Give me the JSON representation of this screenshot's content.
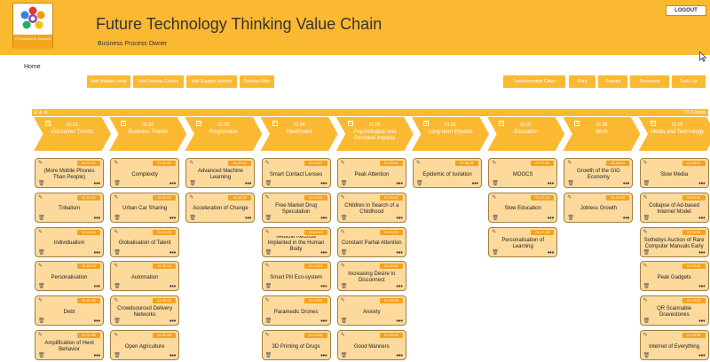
{
  "header": {
    "title": "Future Technology Thinking Value Chain",
    "subtitle": "Business Process Owner",
    "logo_text": "IT Products & Services",
    "logout_label": "LOGOUT",
    "brand_color": "#fbb932"
  },
  "breadcrumb": {
    "home": "Home"
  },
  "toolbar_left": [
    "Add Header Level",
    "Add Overlay Criteria",
    "Add Support Section",
    "Overlay Filter"
  ],
  "toolbar_right": [
    "Transformation Cities",
    "Print",
    "Reports",
    "Document",
    "Task List"
  ],
  "strip": {
    "icons": "☑ ⊕ ⊖",
    "right_label": "V1 Futures"
  },
  "columns": [
    {
      "code": "01.01",
      "label": "Consumer Trends",
      "cards": [
        {
          "code": "01.01.01",
          "label": "(More Mobile Phones Than People)"
        },
        {
          "code": "01.01.02",
          "label": "Tribalism"
        },
        {
          "code": "01.01.03",
          "label": "Individualism"
        },
        {
          "code": "01.01.04",
          "label": "Personalisation"
        },
        {
          "code": "01.01.05",
          "label": "Debt"
        },
        {
          "code": "01.01.06",
          "label": "Amplification of Herd Behavior"
        }
      ]
    },
    {
      "code": "01.02",
      "label": "Business Trends",
      "cards": [
        {
          "code": "01.02.01",
          "label": "Complexity"
        },
        {
          "code": "01.02.02",
          "label": "Urban Car Sharing"
        },
        {
          "code": "01.02.03",
          "label": "Globalisation of Talent"
        },
        {
          "code": "01.02.04",
          "label": "Automation"
        },
        {
          "code": "01.02.05",
          "label": "Crowdsourced Delivery Networks"
        },
        {
          "code": "01.02.06",
          "label": "Open Agriculture"
        }
      ]
    },
    {
      "code": "01.03",
      "label": "Progression",
      "cards": [
        {
          "code": "01.03.01",
          "label": "Advanced Machine Learning"
        },
        {
          "code": "01.03.02",
          "label": "Acceleration of Change"
        }
      ]
    },
    {
      "code": "01.04",
      "label": "Healthcare",
      "cards": [
        {
          "code": "01.04.01",
          "label": "Smart Contact Lenses"
        },
        {
          "code": "01.04.02",
          "label": "Free Market Drug Speculation"
        },
        {
          "code": "01.04.03",
          "label": "Medical Records Implanted in the Human Body"
        },
        {
          "code": "01.04.04",
          "label": "Smart Pill Eco-system"
        },
        {
          "code": "01.04.05",
          "label": "Paramedic Drones"
        },
        {
          "code": "01.04.06",
          "label": "3D Printing of Drugs"
        }
      ]
    },
    {
      "code": "01.05",
      "label": "Psychological and Personal Impacts",
      "cards": [
        {
          "code": "01.05.01",
          "label": "Peak Attention"
        },
        {
          "code": "01.05.02",
          "label": "Children in Search of a Childhood"
        },
        {
          "code": "01.05.03",
          "label": "Constant Partial Attention"
        },
        {
          "code": "01.05.04",
          "label": "Increasing Desire to Disconnect"
        },
        {
          "code": "01.05.05",
          "label": "Anxiety"
        },
        {
          "code": "01.05.06",
          "label": "Good Manners"
        }
      ]
    },
    {
      "code": "01.06",
      "label": "Long-term Impacts",
      "cards": [
        {
          "code": "01.06.01",
          "label": "Epidemic of Isolation"
        }
      ]
    },
    {
      "code": "01.07",
      "label": "Education",
      "cards": [
        {
          "code": "01.07.01",
          "label": "MOOCS"
        },
        {
          "code": "01.07.02",
          "label": "Slow Education"
        },
        {
          "code": "01.07.03",
          "label": "Personalisation of Learning"
        }
      ]
    },
    {
      "code": "01.08",
      "label": "Work",
      "cards": [
        {
          "code": "01.08.01",
          "label": "Growth of the GIG Economy"
        },
        {
          "code": "01.08.02",
          "label": "Jobless Growth"
        }
      ]
    },
    {
      "code": "01.09",
      "label": "Media and Technology",
      "cards": [
        {
          "code": "01.09.01",
          "label": "Slow Media"
        },
        {
          "code": "01.09.02",
          "label": "Collapse of Ad-based Internet Model"
        },
        {
          "code": "01.09.03",
          "label": "Sothebys Auction of Rare Computer Manuals Early"
        },
        {
          "code": "01.09.04",
          "label": "Peak Gadgets"
        },
        {
          "code": "01.09.05",
          "label": "QR Scannable Gravestones"
        },
        {
          "code": "01.09.06",
          "label": "Internet of Everything"
        }
      ]
    }
  ]
}
